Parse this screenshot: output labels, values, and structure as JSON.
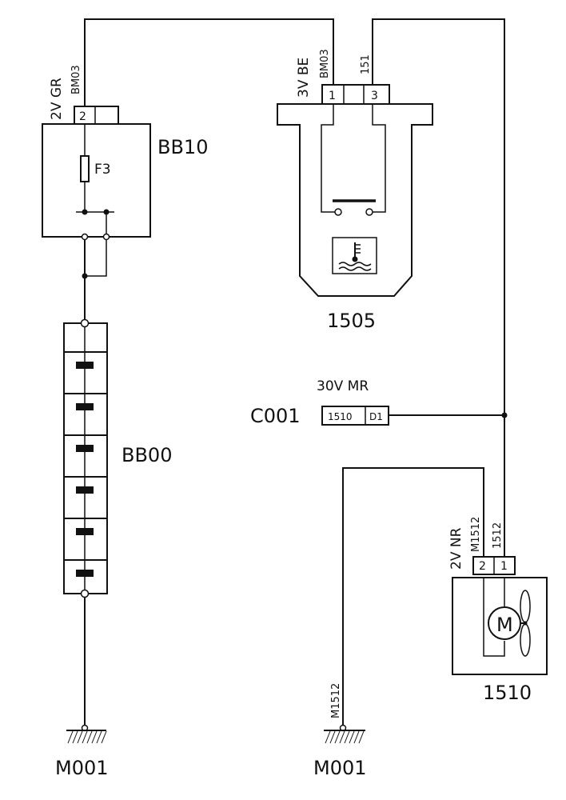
{
  "components": {
    "bb10": {
      "id": "BB10",
      "fuse": "F3",
      "connector": {
        "spec": "2V GR",
        "wire": "BM03",
        "pin": "2"
      }
    },
    "bb00": {
      "id": "BB00"
    },
    "c1505": {
      "id": "1505",
      "connector": {
        "spec": "3V BE",
        "wire_left": "BM03",
        "wire_right": "151",
        "pin_left": "1",
        "pin_right": "3"
      }
    },
    "c001": {
      "id": "C001",
      "spec": "30V MR",
      "cell_left": "1510",
      "cell_right": "D1"
    },
    "c1510": {
      "id": "1510",
      "connector": {
        "spec": "2V NR",
        "wire_left": "M1512",
        "wire_right": "1512",
        "pin_left": "2",
        "pin_right": "1"
      },
      "motor_symbol": "M"
    },
    "ground_left": {
      "id": "M001"
    },
    "ground_right": {
      "id": "M001",
      "wire": "M1512"
    }
  },
  "icons": {
    "coolant_temp": "coolant-temperature-icon",
    "fan": "fan-icon",
    "motor": "motor-icon",
    "ground": "ground-icon",
    "battery": "battery-icon",
    "fuse": "fuse-icon"
  }
}
